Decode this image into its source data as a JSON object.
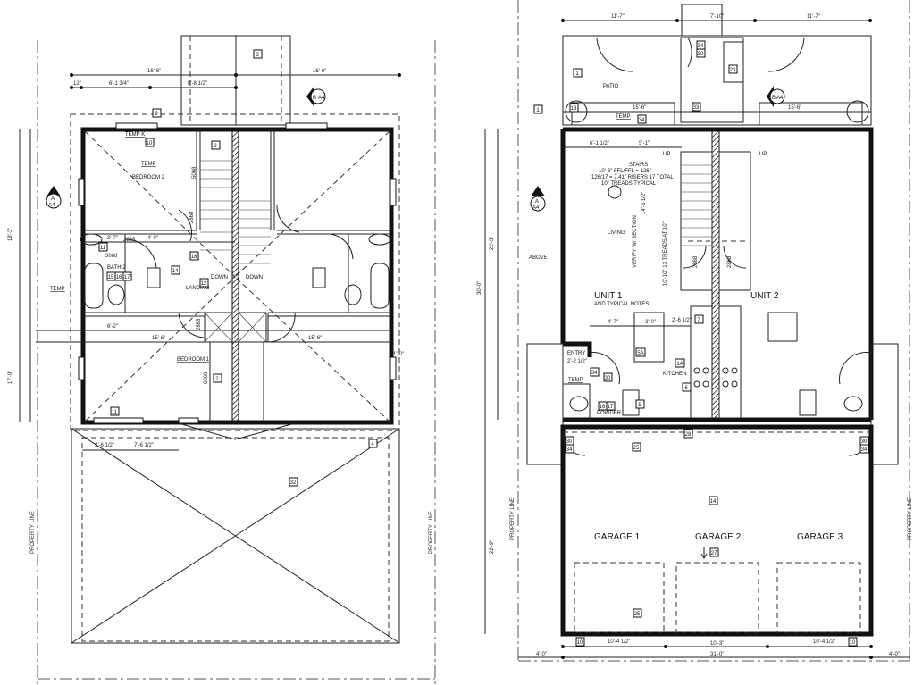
{
  "left_plan": {
    "dims": {
      "top_a": "16'-6\"",
      "top_b": "16'-6\"",
      "top_c": "6'-1 3/4\"",
      "top_d": "8'-8 1/2\"",
      "top_e": "12\"",
      "mid_a": "15'-6\"",
      "mid_b": "15'-6\"",
      "mid_c": "6'-2\"",
      "mid_d": "3'-7\"",
      "mid_e": "4'-0\"",
      "bot_a": "2'-6 1/2\"",
      "bot_b": "7'-6 1/2\"",
      "side_a": "18'-3\"",
      "side_b": "17'-9\"",
      "right_a": "1'-0\""
    },
    "rooms": {
      "temp_k": "TEMP K",
      "temp": "TEMP",
      "bedroom2": "BEDROOM 2",
      "bath2": "BATH 2",
      "landing": "LANDING",
      "down1": "DOWN",
      "down2": "DOWN",
      "bedroom1": "BEDROOM 1",
      "temp2": "TEMP"
    },
    "doors": {
      "d1": "2868",
      "d2": "3068",
      "d3": "5068",
      "d4": "2868",
      "d5": "6068",
      "d6": "2868"
    },
    "tags": [
      "10",
      "9",
      "2",
      "11",
      "18",
      "14",
      "12",
      "15",
      "16",
      "17",
      "2",
      "11",
      "4",
      "32",
      "3"
    ],
    "property_line": "PROPERTY LINE",
    "section_a": {
      "letter": "A",
      "sheet": "A4"
    },
    "section_b": {
      "letter": "B",
      "sheet": "A4"
    }
  },
  "right_plan": {
    "dims": {
      "top_a": "11'-7\"",
      "top_b": "7'-10\"",
      "top_c": "11'-7\"",
      "patio_a": "15'-6\"",
      "patio_b": "15'-6\"",
      "liv_a": "6'-1 1/2\"",
      "liv_b": "5'-1\"",
      "stair_h": "14'-6 1/2\"",
      "stair_run": "10'-10\" 13 TREADS AT 10\"",
      "k_a": "4'-7\"",
      "k_b": "3'-0\"",
      "k_c": "2'-6 1/2\"",
      "entry": "2'-2 1/2\"",
      "bot_a": "10'-4 1/2\"",
      "bot_b": "10'-3\"",
      "bot_c": "10'-4 1/2\"",
      "bot_total": "31'-0\"",
      "bot_left": "4'-0\"",
      "bot_right": "4'-0\"",
      "side_a": "22'-3\"",
      "side_b": "30'-0\"",
      "side_c": "22'-9\"",
      "above": "ABOVE"
    },
    "rooms": {
      "patio": "PATIO",
      "temp": "TEMP",
      "living": "LIVING",
      "unit1": "UNIT 1",
      "unit1_sub": "AND TYPICAL NOTES",
      "unit2": "UNIT 2",
      "entry": "ENTRY",
      "entry_temp": "TEMP",
      "kitchen": "KITCHEN",
      "powder": "POWDER",
      "garage1": "GARAGE 1",
      "garage2": "GARAGE 2",
      "garage3": "GARAGE 3",
      "up1": "UP",
      "up2": "UP",
      "verify": "VERIFY W/ SECTION"
    },
    "stairs_note": [
      "STAIRS",
      "10'-6\" FFL/FFL = 126\"",
      "126/17 = 7.41\" RISERS 17 TOTAL",
      "10\" TREADS TYPICAL"
    ],
    "doors": {
      "d1": "2868",
      "d2": "2868"
    },
    "tags": [
      "1",
      "13",
      "34",
      "30",
      "23",
      "33",
      "34",
      "13",
      "1",
      "5A",
      "7",
      "1A",
      "6",
      "5",
      "34",
      "30",
      "16",
      "17",
      "30",
      "34",
      "25",
      "28",
      "14",
      "27",
      "25",
      "10",
      "10"
    ],
    "property_line": "PROPERTY LINE",
    "section_a": {
      "letter": "A",
      "sheet": "A4"
    },
    "section_b": {
      "letter": "B",
      "sheet": "A4"
    }
  }
}
